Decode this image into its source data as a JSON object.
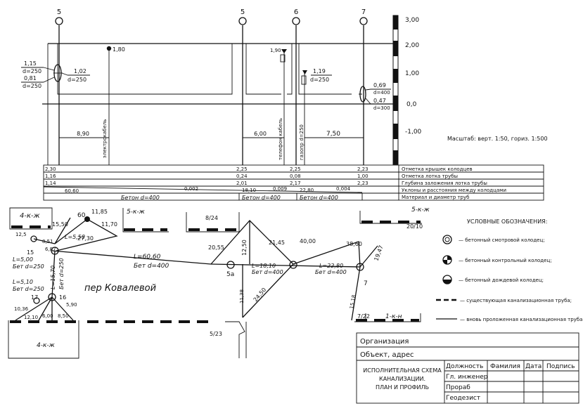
{
  "profile": {
    "wells_top": [
      "5",
      "5",
      "6",
      "7"
    ],
    "scale_ticks": [
      "3,00",
      "2,00",
      "1,00",
      "0,0",
      "-1,00"
    ],
    "left_well_marks": [
      "1,15",
      "d=250",
      "0,81",
      "d=250"
    ],
    "inlet_mark": "1,02",
    "inlet_d": "d=250",
    "pole_mark": "1,80",
    "well5b_mark": "1,90",
    "well6_mark": "1,19",
    "well6_d": "d=250",
    "well7_marks": [
      "0,69",
      "d=400",
      "0,47",
      "d=300"
    ],
    "distances": [
      "8,90",
      "6,00",
      "7,50"
    ],
    "vertical_labels": [
      "электрокабель",
      "телефон кабель",
      "газопр d=250"
    ],
    "scale_note": "Масштаб: верт. 1:50, гориз. 1:500",
    "table_rows": [
      {
        "label": "Отметка крышек колодцев",
        "values": [
          "2,30",
          "2,25",
          "2,25",
          "2,23"
        ]
      },
      {
        "label": "Отметка лотка трубы",
        "values": [
          "1,16",
          "0,24",
          "0,08",
          "1,00"
        ]
      },
      {
        "label": "Глубина заложения лотка трубы",
        "values": [
          "1,14",
          "2,01",
          "2,17",
          "2,23"
        ]
      },
      {
        "label": "Уклоны и расстояния между колодцами",
        "values": [
          "60,60",
          "0,002",
          "18,10",
          "0,009",
          "22,80",
          "0,004"
        ]
      },
      {
        "label": "Материал и диаметр труб",
        "values": [
          "Бетон d=400",
          "Бетон d=400",
          "Бетон d=400"
        ]
      }
    ]
  },
  "plan": {
    "buildings": [
      "4-к-ж",
      "5-к-ж",
      "4-к-ж",
      "1-к-н"
    ],
    "lot_numbers": [
      "8/24",
      "20/10",
      "7/22",
      "5/23"
    ],
    "street": "пер Ковалевой",
    "wells": [
      "15",
      "60",
      "17",
      "16",
      "5а",
      "7"
    ],
    "lengths": [
      "12,5",
      "15,50",
      "11,85",
      "11,70",
      "L=5,50",
      "27,30",
      "8,51",
      "6,87",
      "20,55",
      "12,50",
      "21,45",
      "40,00",
      "38,60",
      "19,47",
      "L=5,00",
      "Бет d=250",
      "L=15,70",
      "Бет d=250",
      "L=60,60",
      "Бет d=400",
      "L=18,10",
      "Бет d=400",
      "L=22,80",
      "Бет d=400",
      "L=5,10",
      "Бет d=250",
      "10,36",
      "12,10",
      "11,38",
      "24,50",
      "15,18",
      "5,90",
      "8,50",
      "6,00"
    ]
  },
  "legend": {
    "title": "УСЛОВНЫЕ ОБОЗНАЧЕНИЯ:",
    "items": [
      "— бетонный смотровой колодец;",
      "— бетонный контрольный колодец;",
      "— бетонный дождевой колодец;",
      "— существующая канализационная труба;",
      "— вновь проложенная канализационная труба"
    ]
  },
  "stamp": {
    "organization": "Организация",
    "object": "Объект, адрес",
    "title": [
      "ИСПОЛНИТЕЛЬНАЯ СХЕМА",
      "КАНАЛИЗАЦИИ.",
      "ПЛАН И ПРОФИЛЬ"
    ],
    "headers": [
      "Должность",
      "Фамилия",
      "Дата",
      "Подпись"
    ],
    "roles": [
      "Гл. инженер",
      "Прораб",
      "Геодезист"
    ]
  }
}
